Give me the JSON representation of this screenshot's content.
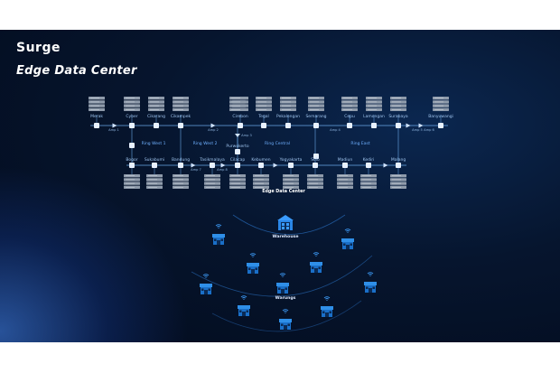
{
  "brand": "Surge",
  "title": "Edge Data Center",
  "nodes_top": [
    "Merak",
    "Cyber",
    "Cikarang",
    "Cikampek",
    "Cirebon",
    "Tegal",
    "Pekalongan",
    "Semarang",
    "Cepu",
    "Lamongan",
    "Surabaya",
    "Banyuwangi"
  ],
  "nodes_bottom": [
    "Bogor",
    "Sukabumi",
    "Bandung",
    "Tasikmalaya",
    "Cilacap",
    "Kebumen",
    "Yogyakarta",
    "Solo",
    "Madiun",
    "Kediri",
    "Malang"
  ],
  "nodes_middle": [
    "Purwokerto"
  ],
  "rings": [
    "Ring West 1",
    "Ring West 2",
    "Ring Central",
    "Ring East"
  ],
  "amp_labels": [
    "Amp 1",
    "Amp 2",
    "Amp 3",
    "Amp 4",
    "Amp 5",
    "Amp 6",
    "Amp 7",
    "Amp 8"
  ],
  "edge_label": "Edge Data Center",
  "warehouse_label": "Warehouse",
  "warungs_label": "Warungs"
}
